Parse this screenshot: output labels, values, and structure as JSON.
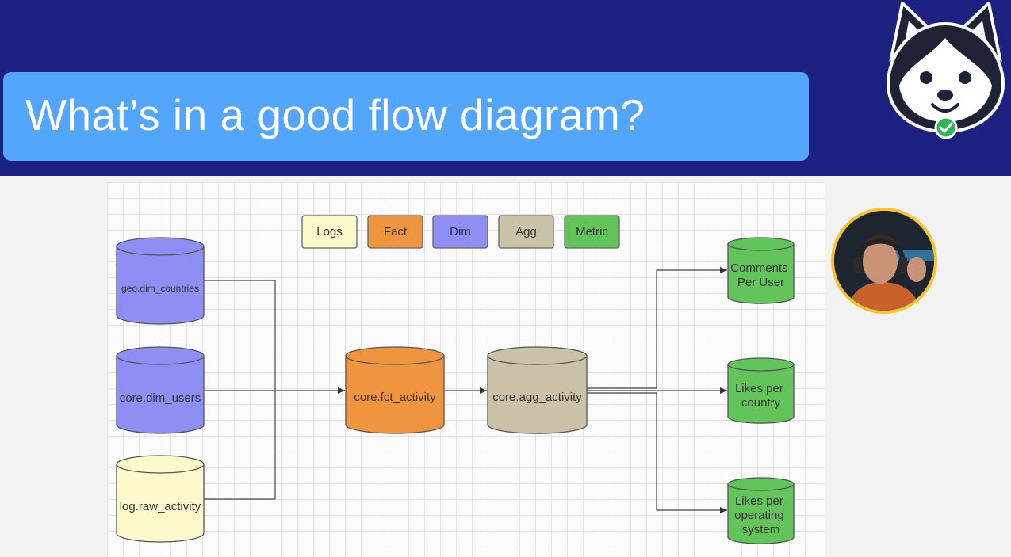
{
  "slide": {
    "title": "What’s in a good flow diagram?"
  },
  "legend": [
    {
      "label": "Logs",
      "color": "#fdf9cc"
    },
    {
      "label": "Fact",
      "color": "#f0953f"
    },
    {
      "label": "Dim",
      "color": "#8e8ef5"
    },
    {
      "label": "Agg",
      "color": "#cbc3a8"
    },
    {
      "label": "Metric",
      "color": "#64c45c"
    }
  ],
  "nodes": {
    "geo_dim_countries": {
      "label": "geo.dim_countries",
      "kind": "Dim"
    },
    "core_dim_users": {
      "label": "core.dim_users",
      "kind": "Dim"
    },
    "log_raw_activity": {
      "label": "log.raw_activity",
      "kind": "Logs"
    },
    "core_fct_activity": {
      "label": "core.fct_activity",
      "kind": "Fact"
    },
    "core_agg_activity": {
      "label": "core.agg_activity",
      "kind": "Agg"
    },
    "comments_per_user": {
      "lines": [
        "Comments",
        "Per User"
      ],
      "kind": "Metric"
    },
    "likes_per_country": {
      "lines": [
        "Likes per",
        "country"
      ],
      "kind": "Metric"
    },
    "likes_per_os": {
      "lines": [
        "Likes per",
        "operating",
        "system"
      ],
      "kind": "Metric"
    }
  },
  "edges": [
    [
      "geo_dim_countries",
      "core_fct_activity"
    ],
    [
      "core_dim_users",
      "core_fct_activity"
    ],
    [
      "log_raw_activity",
      "core_fct_activity"
    ],
    [
      "core_fct_activity",
      "core_agg_activity"
    ],
    [
      "core_agg_activity",
      "comments_per_user"
    ],
    [
      "core_agg_activity",
      "likes_per_country"
    ],
    [
      "core_agg_activity",
      "likes_per_os"
    ]
  ],
  "colors": {
    "header": "#1c2180",
    "title_box": "#53a6fb",
    "webcam_ring": "#f5c430"
  },
  "icons": {
    "logo": "husky-mascot-icon",
    "badge": "verified-check-icon"
  }
}
